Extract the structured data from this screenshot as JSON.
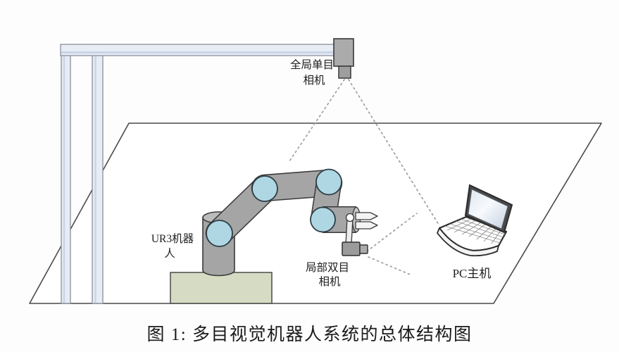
{
  "figure": {
    "caption": "图 1: 多目视觉机器人系统的总体结构图"
  },
  "labels": {
    "global_camera_line1": "全局单目",
    "global_camera_line2": "相机",
    "robot_line1": "UR3机器",
    "robot_line2": "人",
    "local_camera_line1": "局部双目",
    "local_camera_line2": "相机",
    "pc": "PC主机"
  },
  "icons": {
    "global_camera": "camera-icon",
    "local_camera": "camera-icon",
    "pc": "laptop-icon",
    "robot": "robot-arm-icon"
  },
  "colors": {
    "joint_blue": "#aed7e3",
    "robot_gray": "#a5a5a5",
    "robot_gray_light": "#bcbcbc",
    "platform_green": "#d6dcc4",
    "gantry_fill": "#e7ecf5",
    "gantry_shade": "#c9d4e6",
    "table_stroke": "#4a4a4a",
    "dotted_line": "#9aa0a6",
    "screen_blue": "#cdd8e6",
    "text": "#1e1e1e"
  }
}
